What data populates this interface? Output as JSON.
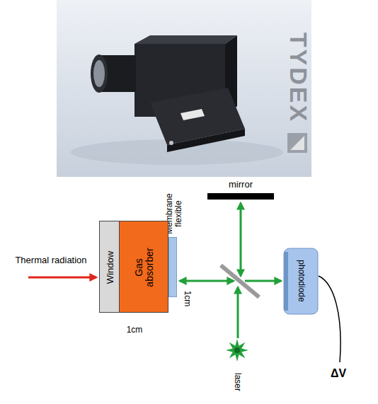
{
  "diagram": {
    "nodes": [
      {
        "text": [
          "mirror"
        ]
      },
      {
        "text": [
          "Membrane flexible"
        ]
      },
      {
        "text": [
          "Window"
        ]
      },
      {
        "text": [
          "Gas absorber"
        ]
      },
      {
        "text": [
          "photodiode"
        ]
      },
      {
        "text": [
          "laser"
        ]
      }
    ],
    "labels": [
      "TYDEX",
      "Thermal radiation",
      "1cm",
      "1cm",
      "ΔV"
    ]
  }
}
